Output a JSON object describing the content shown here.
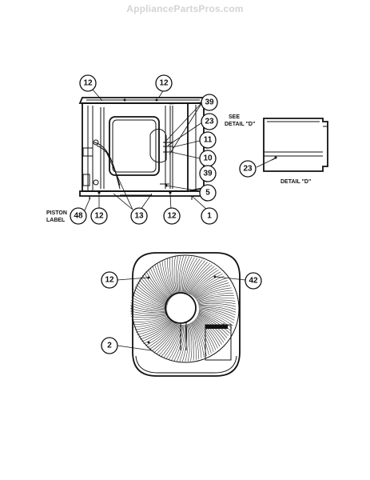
{
  "watermark": "AppliancePartsPros.com",
  "upper_view": {
    "callouts": {
      "c12_top_left": "12",
      "c12_top_right": "12",
      "c39_top": "39",
      "c23": "23",
      "c11": "11",
      "c10": "10",
      "c39_bottom": "39",
      "c5": "5",
      "c48": "48",
      "c12_bottom_left": "12",
      "c13": "13",
      "c12_bottom_right": "12",
      "c1": "1"
    },
    "see_detail_line1": "SEE",
    "see_detail_line2": "DETAIL \"D\"",
    "piston_label_line1": "PISTON",
    "piston_label_line2": "LABEL"
  },
  "detail_view": {
    "callout_23": "23",
    "caption": "DETAIL \"D\""
  },
  "fan_view": {
    "callouts": {
      "c12": "12",
      "c42": "42",
      "c2": "2"
    }
  }
}
